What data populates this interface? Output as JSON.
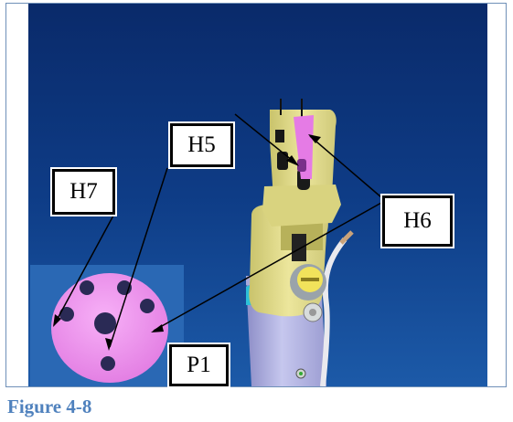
{
  "callouts": {
    "h5": "H5",
    "h6": "H6",
    "h7": "H7",
    "p1": "P1"
  },
  "caption": "Figure 4-8",
  "colors": {
    "background_top": "#0a2a6a",
    "background_bottom": "#1b55a3",
    "part_pink": "#f08ef0",
    "part_yellow": "#e2dc8a",
    "tube_lavender": "#bcbde6",
    "caption": "#4f81bd"
  }
}
